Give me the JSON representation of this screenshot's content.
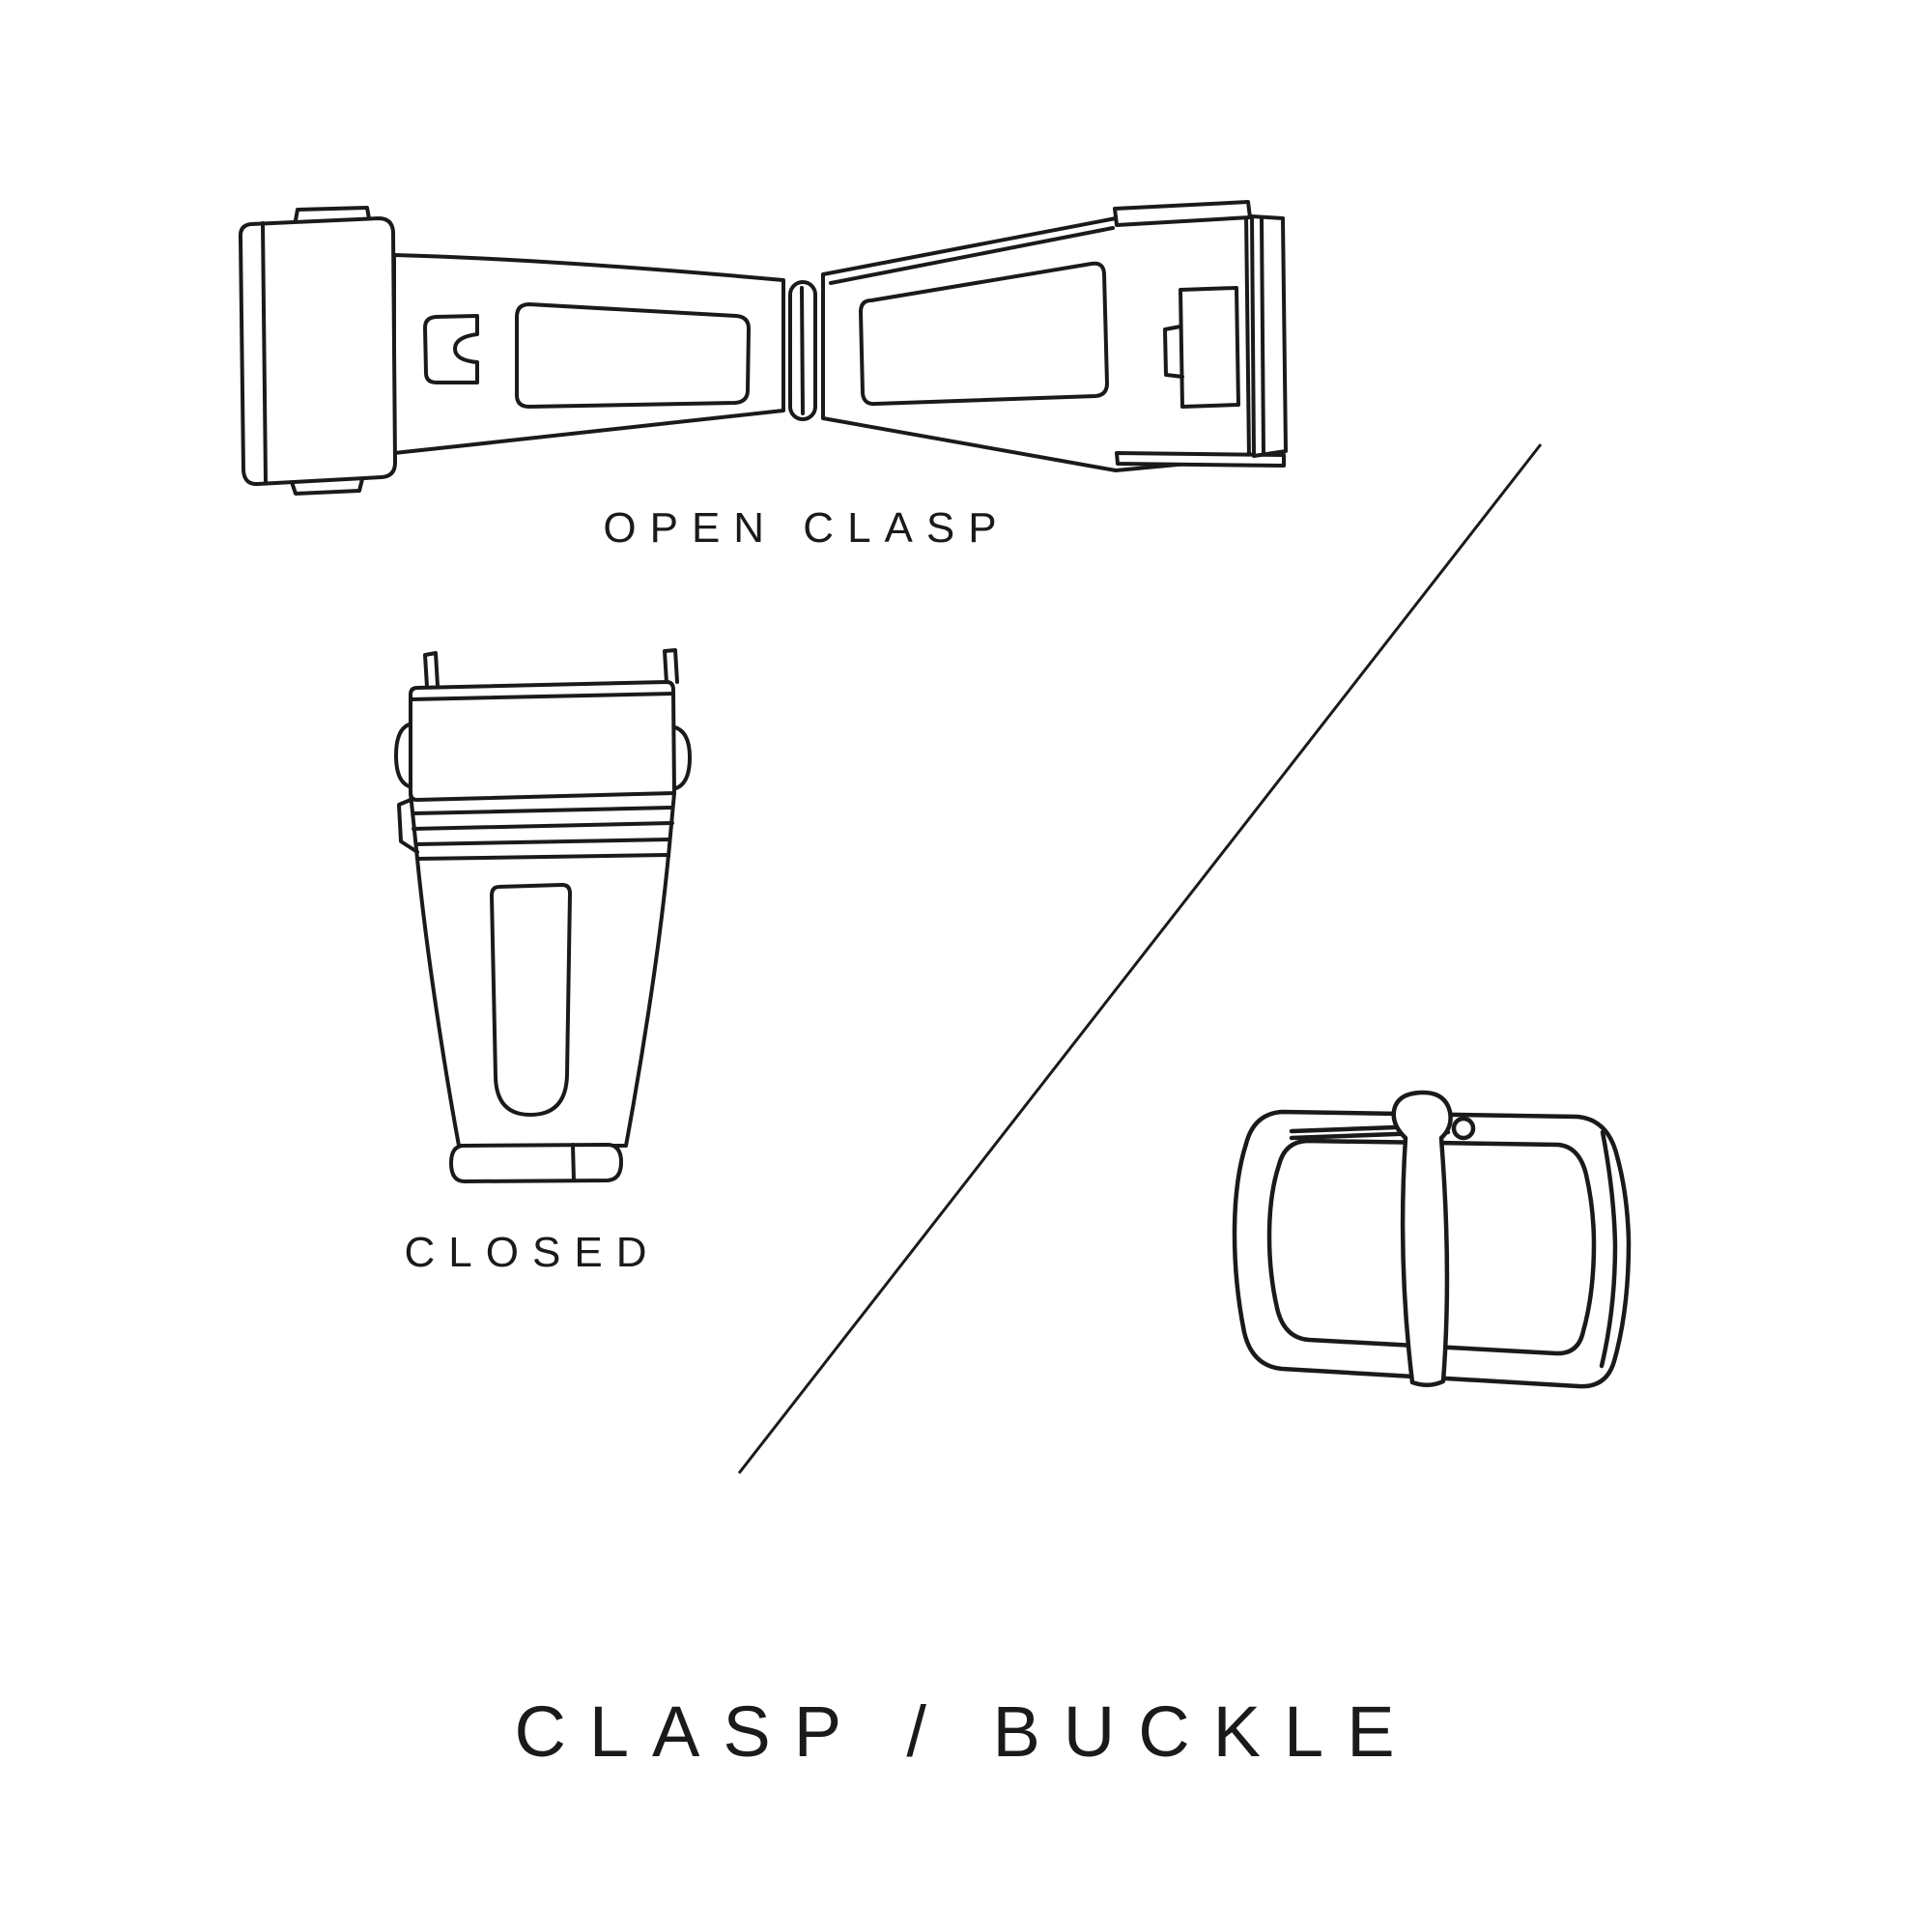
{
  "page": {
    "title": "CLASP / BUCKLE"
  },
  "labels": {
    "open_clasp": "OPEN CLASP",
    "closed": "CLOSED"
  },
  "colors": {
    "ink": "#1a1a1a",
    "background": "#ffffff"
  },
  "illustrations": {
    "open_clasp": "open watch clasp line drawing",
    "closed_clasp": "closed watch clasp line drawing",
    "buckle": "watch tang buckle line drawing"
  }
}
